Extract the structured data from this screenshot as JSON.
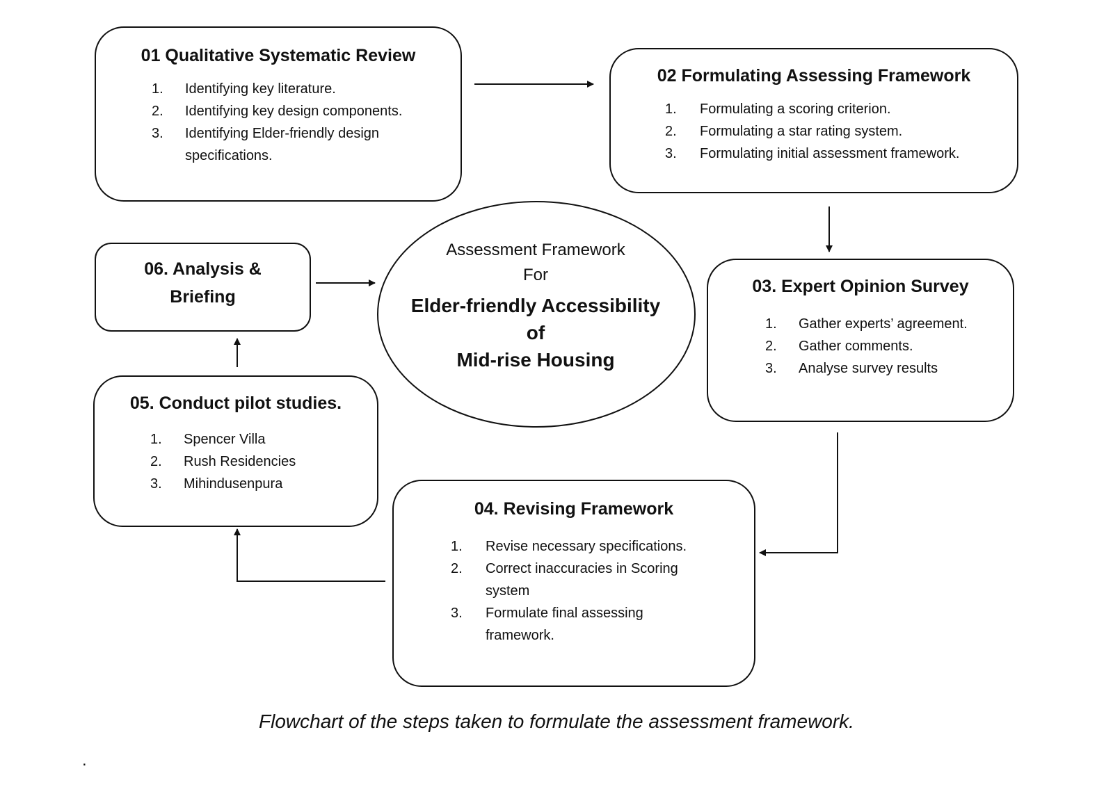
{
  "center": {
    "line1": "Assessment Framework",
    "line2": "For",
    "line3": "Elder-friendly Accessibility",
    "line4": "of",
    "line5": "Mid-rise Housing"
  },
  "steps": {
    "s1": {
      "title": "01 Qualitative Systematic Review",
      "items": [
        {
          "num": "1.",
          "text": "Identifying key literature."
        },
        {
          "num": "2.",
          "text": "Identifying key design components."
        },
        {
          "num": "3.",
          "text": "Identifying Elder-friendly design specifications."
        }
      ]
    },
    "s2": {
      "title": "02 Formulating Assessing Framework",
      "items": [
        {
          "num": "1.",
          "text": "Formulating a scoring criterion."
        },
        {
          "num": "2.",
          "text": "Formulating a star rating system."
        },
        {
          "num": "3.",
          "text": "Formulating initial assessment framework."
        }
      ]
    },
    "s3": {
      "title": "03. Expert Opinion Survey",
      "items": [
        {
          "num": "1.",
          "text": "Gather experts’ agreement."
        },
        {
          "num": "2.",
          "text": "Gather comments."
        },
        {
          "num": "3.",
          "text": "Analyse survey results"
        }
      ]
    },
    "s4": {
      "title": "04. Revising Framework",
      "items": [
        {
          "num": "1.",
          "text": "Revise necessary specifications."
        },
        {
          "num": "2.",
          "text": "Correct inaccuracies in Scoring system"
        },
        {
          "num": "3.",
          "text": "Formulate final assessing framework."
        }
      ]
    },
    "s5": {
      "title": "05. Conduct pilot studies.",
      "items": [
        {
          "num": "1.",
          "text": "Spencer Villa"
        },
        {
          "num": "2.",
          "text": "Rush Residencies"
        },
        {
          "num": "3.",
          "text": "Mihindusenpura"
        }
      ]
    },
    "s6": {
      "title": "06. Analysis & Briefing"
    }
  },
  "caption": "Flowchart of the steps taken to formulate the assessment framework.",
  "trailing_mark": "."
}
